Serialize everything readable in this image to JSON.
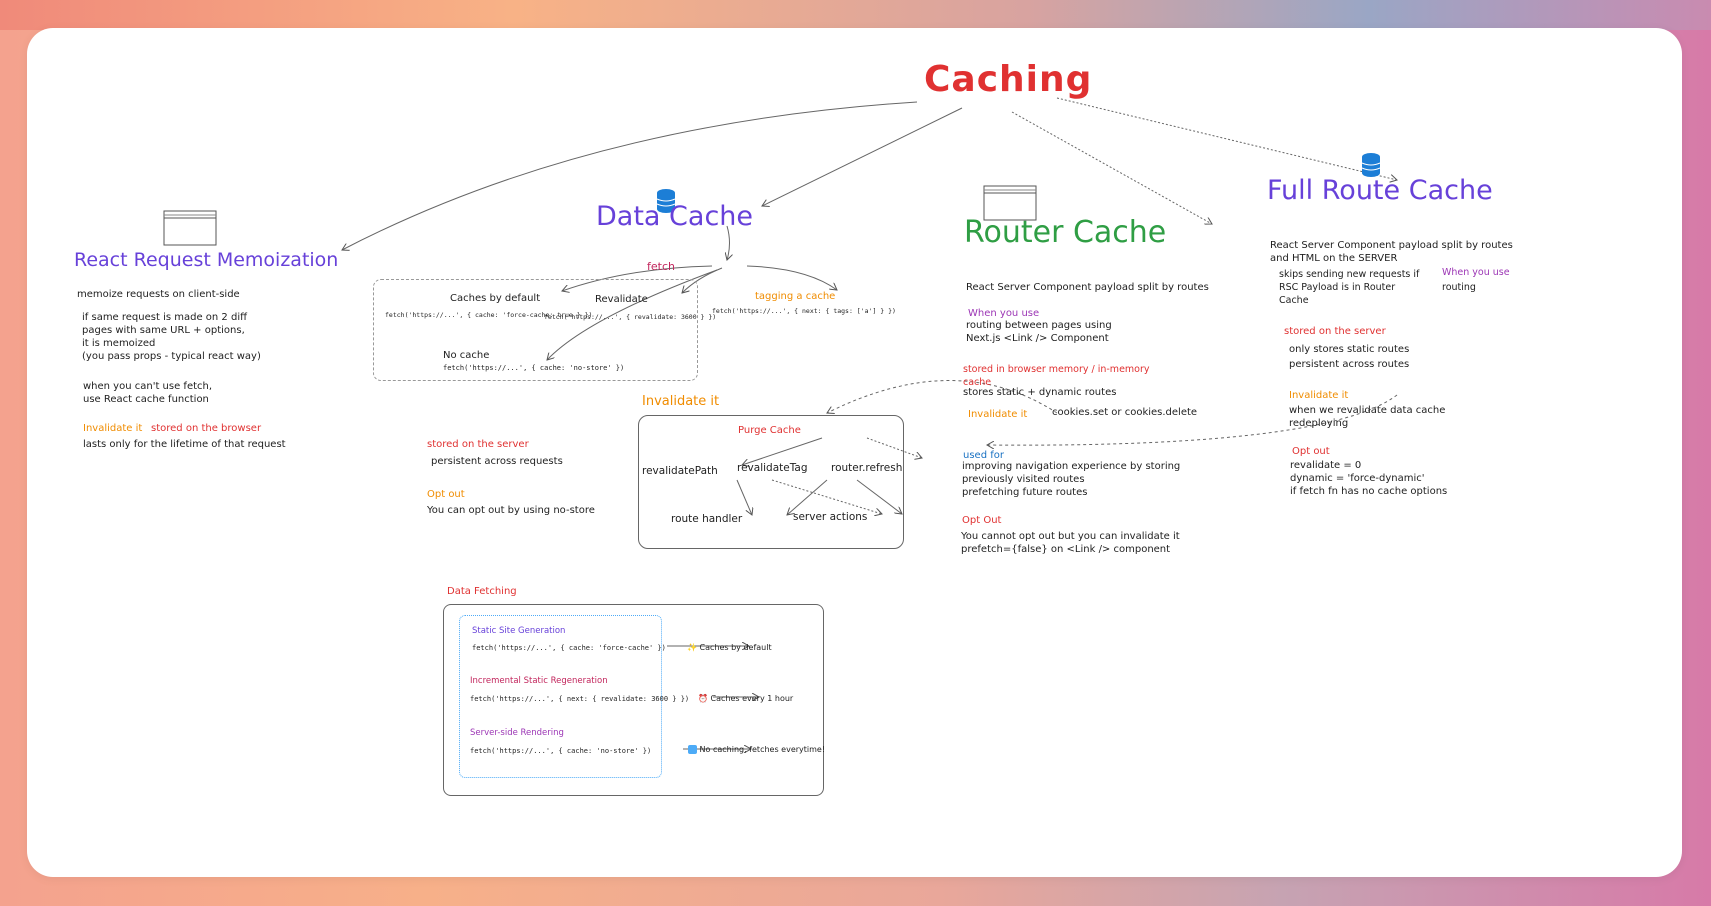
{
  "title": "Caching",
  "react_memo": {
    "heading": "React Request Memoization",
    "l1": "memoize requests on client-side",
    "l2": "if same request is made on 2 diff\npages with same URL + options,\nit is memoized\n(you pass props - typical react way)",
    "l3": "when you can't use fetch,\nuse React cache function",
    "invalidate": "Invalidate it",
    "stored": "stored on the browser",
    "lasts": "lasts only for the lifetime of that request"
  },
  "data_cache": {
    "heading": "Data Cache",
    "fetch": "fetch",
    "caches_default": "Caches by default",
    "caches_default_code": "fetch('https://...', { cache: 'force-cache: true } })",
    "revalidate": "Revalidate",
    "revalidate_code": "fetch('https://...', { revalidate: 3600 } })",
    "tagging": "tagging a cache",
    "tagging_code": "fetch('https://...', { next: { tags: ['a'] } })",
    "no_cache": "No cache",
    "no_cache_code": "fetch('https://...', { cache: 'no-store' })",
    "stored": "stored on the server",
    "persistent": "persistent across requests",
    "opt_out": "Opt out",
    "opt_out_text": "You can opt out by using no-store"
  },
  "invalidate_box": {
    "heading": "Invalidate it",
    "purge": "Purge Cache",
    "revalidatePath": "revalidatePath",
    "revalidateTag": "revalidateTag",
    "router_refresh": "router.refresh",
    "route_handler": "route handler",
    "server_actions": "server actions"
  },
  "router_cache": {
    "heading": "Router Cache",
    "desc": "React Server Component payload split by routes",
    "when": "When you use",
    "when_text": "routing between pages using\nNext.js <Link /> Component",
    "stored": "stored in browser memory / in-memory\ncache",
    "stored_text": "stores static + dynamic routes",
    "invalidate": "Invalidate it",
    "invalidate_text": "cookies.set or cookies.delete",
    "used_for": "used for",
    "used_for_text": "improving navigation experience by storing\npreviously visited routes\nprefetching future routes",
    "opt_out": "Opt Out",
    "opt_out_text": "You cannot opt out but you can invalidate it\nprefetch={false} on <Link /> component"
  },
  "full_route": {
    "heading": "Full Route Cache",
    "desc": "React Server Component payload split by routes\nand HTML on the SERVER",
    "skips": "skips sending new requests if\nRSC Payload is in Router\nCache",
    "when": "When you use",
    "routing": "routing",
    "stored": "stored on the server",
    "stored_text": "only stores static routes\npersistent across routes",
    "invalidate": "Invalidate it",
    "invalidate_text": "when we revalidate data cache\nredeploying",
    "opt_out": "Opt out",
    "opt_out_text": "revalidate = 0\ndynamic = 'force-dynamic'\nif fetch fn has no cache options"
  },
  "data_fetching": {
    "heading": "Data Fetching",
    "ssg": "Static Site Generation",
    "ssg_code": "fetch('https://...', { cache: 'force-cache' })",
    "ssg_result": "Caches by default",
    "isr": "Incremental Static Regeneration",
    "isr_code": "fetch('https://...', { next: { revalidate: 3600 } })",
    "isr_result": "Caches every 1 hour",
    "ssr": "Server-side Rendering",
    "ssr_code": "fetch('https://...', { cache: 'no-store' })",
    "ssr_result": "No caching, fetches everytime!"
  },
  "colors": {
    "title": "#e03131",
    "heading_purple": "#6741d9",
    "heading_green": "#2f9e44",
    "accent_orange": "#f08c00",
    "accent_red": "#e03131"
  },
  "icons": [
    "browser-window-icon",
    "database-icon",
    "sparkle-icon",
    "alarm-clock-icon",
    "no-cache-icon"
  ]
}
